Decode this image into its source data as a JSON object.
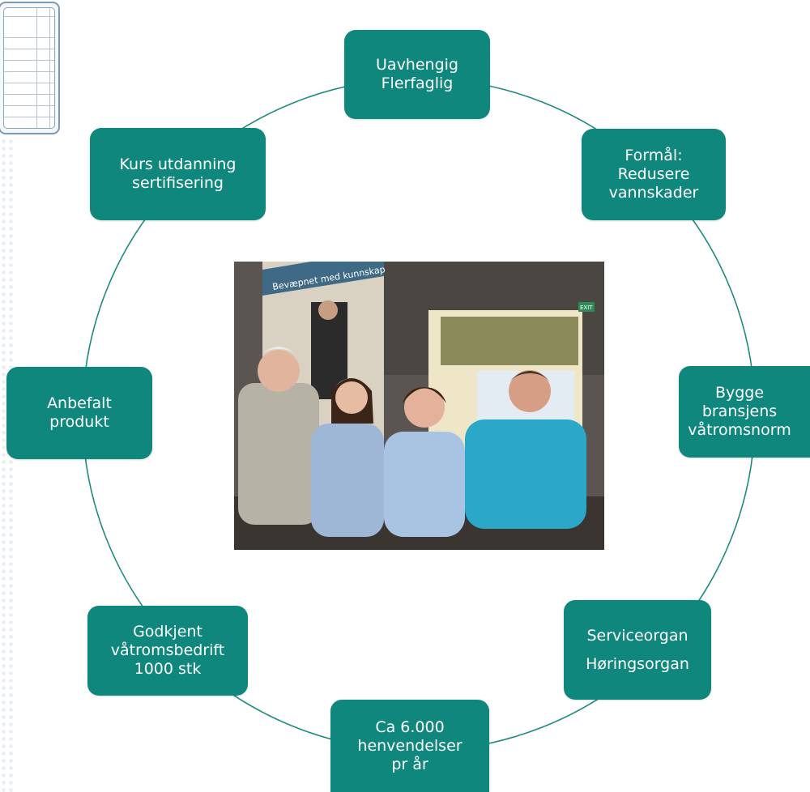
{
  "nodes": {
    "n1": [
      "Uavhengig",
      "Flerfaglig"
    ],
    "n2": [
      "Formål:",
      "Redusere",
      "vannskader"
    ],
    "n3": [
      "Bygge",
      "bransjens",
      "våtromsnorm"
    ],
    "n4": [
      "Serviceorgan",
      "Høringsorgan"
    ],
    "n5": [
      "Ca 6.000",
      "henvendelser",
      "pr år"
    ],
    "n6": [
      "Godkjent",
      "våtromsbedrift",
      "1000 stk"
    ],
    "n7": [
      "Anbefalt",
      "produkt"
    ],
    "n8": [
      "Kurs utdanning",
      "sertifisering"
    ]
  },
  "photo": {
    "banner_text": "Bevæpnet med kunnskap",
    "exit_sign": "EXIT"
  },
  "colors": {
    "node_fill": "#10877c",
    "ring_stroke": "#1f8a7e"
  }
}
